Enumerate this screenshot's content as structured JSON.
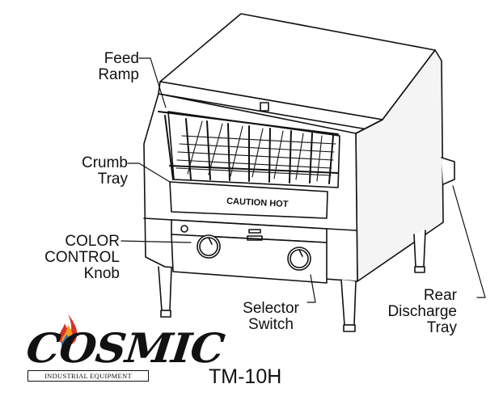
{
  "labels": {
    "feed_ramp": [
      "Feed",
      "Ramp"
    ],
    "crumb_tray": [
      "Crumb",
      "Tray"
    ],
    "color_control": [
      "COLOR",
      "CONTROL",
      "Knob"
    ],
    "selector_switch": [
      "Selector",
      "Switch"
    ],
    "rear_discharge": [
      "Rear",
      "Discharge",
      "Tray"
    ]
  },
  "panel_text": {
    "caution": "CAUTION HOT"
  },
  "model": "TM-10H",
  "logo": {
    "wordmark": "COSMIC",
    "tagline": "INDUSTRIAL EQUIPMENT",
    "colors": {
      "flame_red": "#d6322a",
      "flame_orange": "#f29a1f",
      "flame_blue": "#1f6fb8",
      "ink": "#111111"
    }
  }
}
